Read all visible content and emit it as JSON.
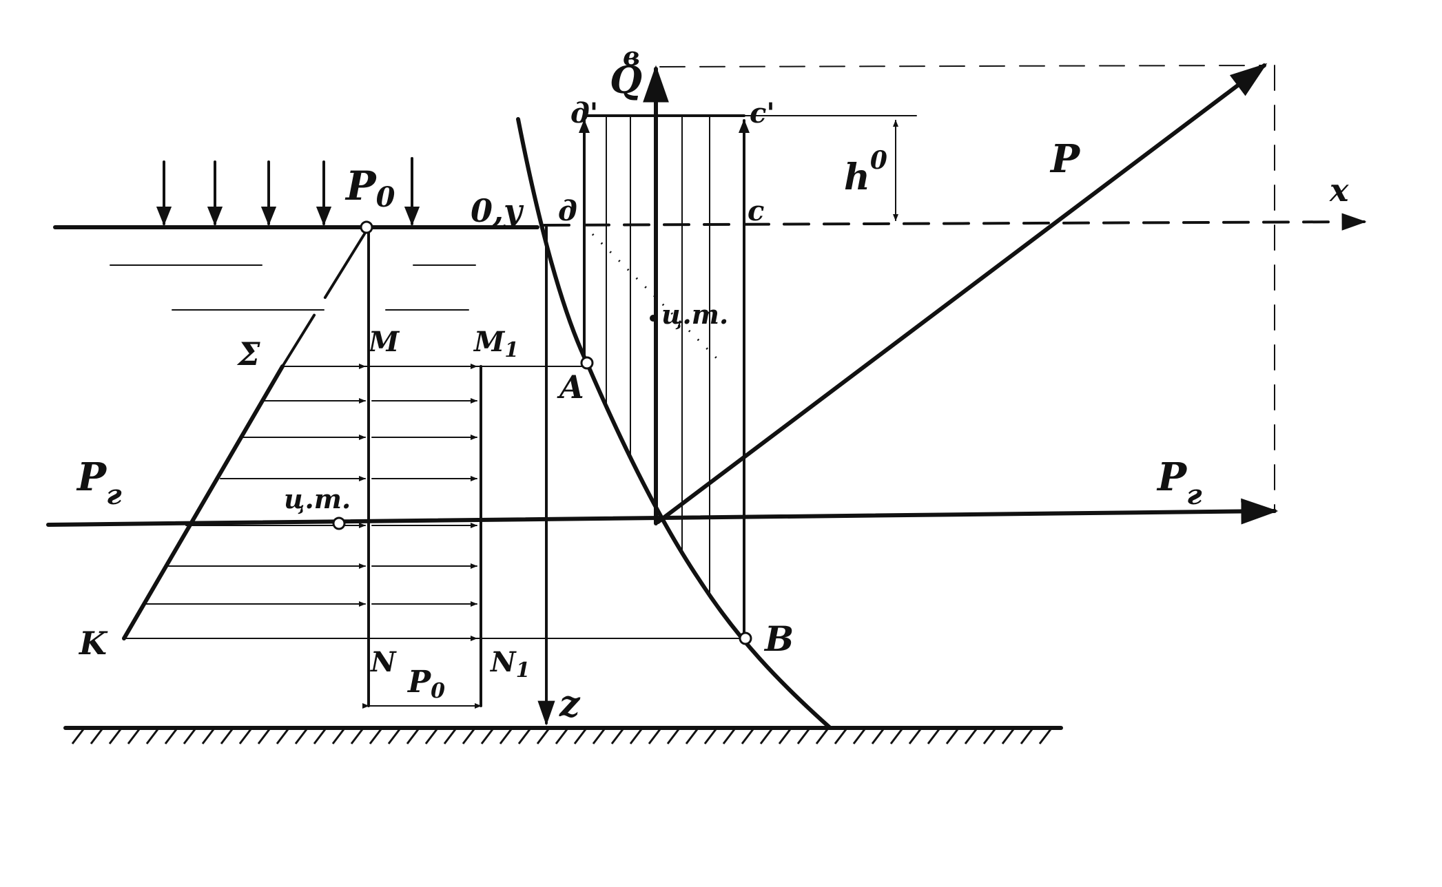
{
  "labels": {
    "p0": "P",
    "p0_sub": "0",
    "origin": "0,y",
    "x_axis": "x",
    "z_axis": "z",
    "d_point": "д",
    "c_point": "c",
    "d_prime": "д'",
    "c_prime": "c'",
    "qb": "Q",
    "qb_sub": "в",
    "h0": "h",
    "h0_sub": "0",
    "p": "P",
    "pg_left": "P",
    "pg_left_sub": "г",
    "pg_right": "P",
    "pg_right_sub": "г",
    "ct_left": "ц.т.",
    "ct_body": "ц.т.",
    "l": "Σ",
    "k": "K",
    "m": "M",
    "m1": "M",
    "m1_sub": "1",
    "n": "N",
    "n1": "N",
    "n1_sub": "1",
    "pd": "P",
    "pd_sub": "0",
    "a": "A",
    "b": "B"
  }
}
